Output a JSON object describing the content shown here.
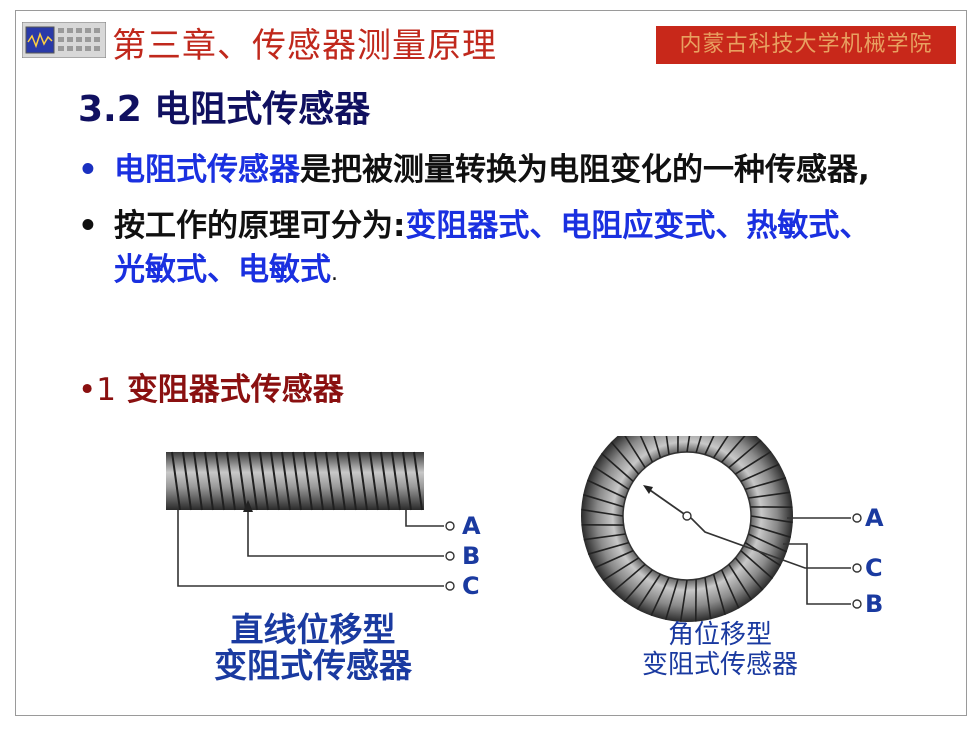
{
  "header": {
    "chapter_title": "第三章、传感器测量原理",
    "school": "内蒙古科技大学机械学院",
    "icon": "oscilloscope-icon"
  },
  "section": {
    "title": "3.2  电阻式传感器"
  },
  "bullets": [
    {
      "highlight": "电阻式传感器",
      "text": "是把被测量转换为电阻变化的一种传感器,"
    },
    {
      "text": "按工作的原理可分为:",
      "highlight": "变阻器式、电阻应变式、热敏式、光敏式、电敏式",
      "tail": "."
    }
  ],
  "subsection": {
    "number": "•1",
    "title": "变阻器式传感器"
  },
  "figure_linear": {
    "caption_line1": "直线位移型",
    "caption_line2": "变阻式传感器",
    "terminals": [
      "A",
      "B",
      "C"
    ]
  },
  "figure_angular": {
    "caption_line1": "角位移型",
    "caption_line2": "变阻式传感器",
    "terminals": [
      "A",
      "C",
      "B"
    ]
  },
  "colors": {
    "title_red": "#c0281c",
    "badge_bg": "#c8281a",
    "highlight_blue": "#1a30e0",
    "subheading_red": "#8a1010",
    "caption_blue": "#1a3aa0"
  }
}
